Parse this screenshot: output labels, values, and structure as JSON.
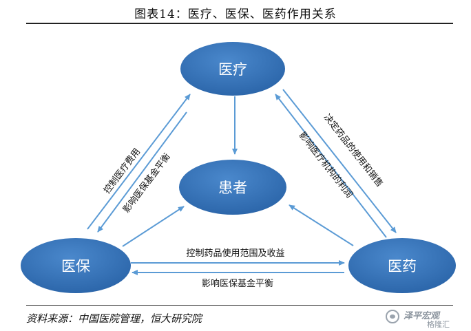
{
  "title": "图表14：医疗、医保、医药作用关系",
  "nodes": {
    "yiliao": "医疗",
    "huanzhe": "患者",
    "yibao": "医保",
    "yiyao": "医药"
  },
  "edges": {
    "yibao_to_yiliao": "控制医疗费用",
    "yiliao_to_yibao": "影响医保基金平衡",
    "yiliao_to_yiyao": "决定药品的使用和销售",
    "yiyao_to_yiliao": "影响医疗机构的利润",
    "yibao_to_yiyao": "控制药品使用范围及收益",
    "yiyao_to_yibao": "影响医保基金平衡"
  },
  "source": "资料来源：中国医院管理，恒大研究院",
  "watermark": {
    "line1": "泽平宏观",
    "line2": "格隆汇"
  },
  "colors": {
    "node_fill": "#2f6eb5",
    "arrow": "#5b9bd5"
  }
}
